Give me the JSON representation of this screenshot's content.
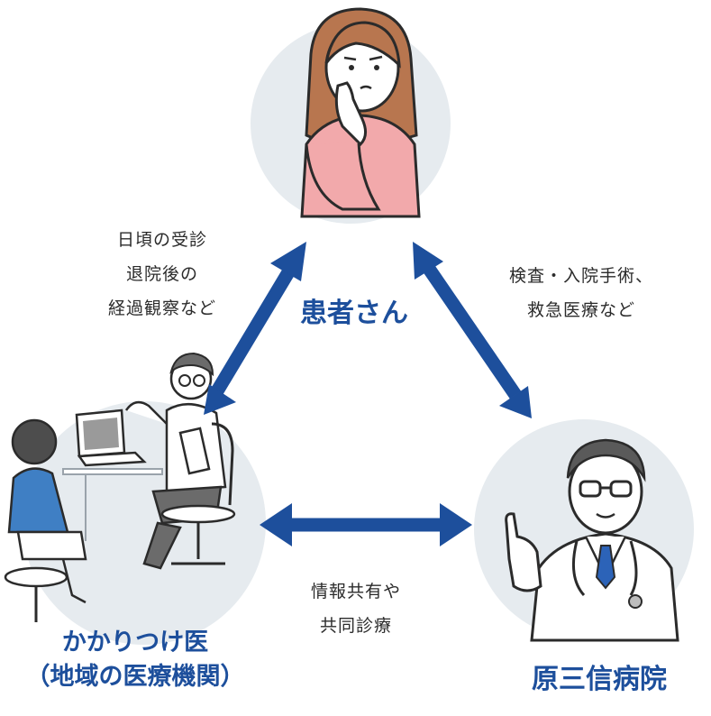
{
  "nodes": {
    "patient": "患者さん",
    "gp_line1": "かかりつけ医",
    "gp_line2": "（地域の医療機関）",
    "hospital": "原三信病院"
  },
  "edge_notes": {
    "patient_gp": [
      "日頃の受診",
      "退院後の",
      "経過観察など"
    ],
    "patient_hospital": [
      "検査・入院手術、",
      "救急医療など"
    ],
    "gp_hospital": [
      "情報共有や",
      "共同診療"
    ]
  },
  "colors": {
    "arrow": "#1d4f9c",
    "circle_bg": "#e6ebef",
    "label": "#1d4f9c",
    "text": "#2b2b2b"
  }
}
